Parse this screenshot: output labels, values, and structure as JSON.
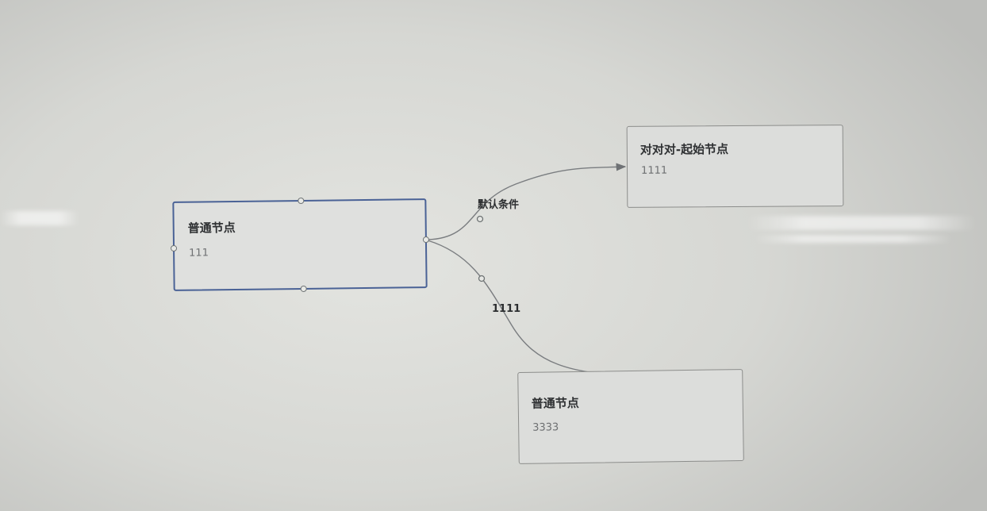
{
  "canvas": {
    "nodes": {
      "source": {
        "title": "普通节点",
        "desc": "111"
      },
      "target_top": {
        "title": "对对对-起始节点",
        "desc": "1111"
      },
      "target_bottom": {
        "title": "普通节点",
        "desc": "3333"
      }
    },
    "edges": {
      "top": {
        "label": "默认条件"
      },
      "bottom": {
        "label": "1111"
      }
    }
  },
  "colors": {
    "selected_border": "#4a6296",
    "node_border": "#8c8d8b",
    "edge_line": "#7a7d80"
  }
}
